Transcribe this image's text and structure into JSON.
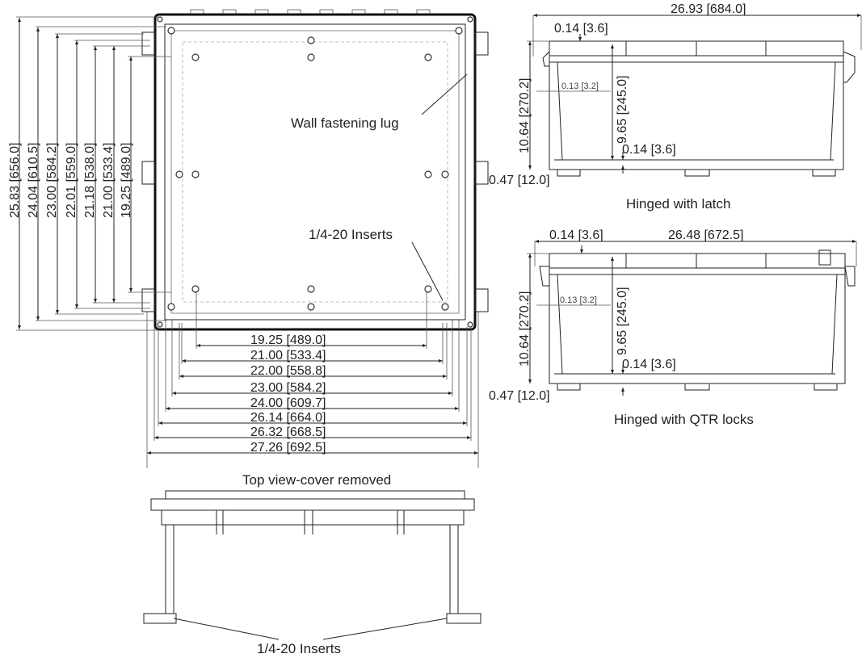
{
  "top_view": {
    "caption": "Top view-cover removed",
    "callout_lug": "Wall fastening lug",
    "callout_inserts": "1/4-20 Inserts",
    "vertical_dims": [
      "25.83 [656.0]",
      "24.04 [610.5]",
      "23.00 [584.2]",
      "22.01 [559.0]",
      "21.18 [538.0]",
      "21.00 [533.4]",
      "19.25 [489.0]"
    ],
    "horizontal_dims": [
      "19.25 [489.0]",
      "21.00 [533.4]",
      "22.00 [558.8]",
      "23.00 [584.2]",
      "24.00 [609.7]",
      "26.14 [664.0]",
      "26.32 [668.5]",
      "27.26 [692.5]"
    ]
  },
  "side_view": {
    "callout_inserts": "1/4-20 Inserts"
  },
  "latch_view": {
    "caption": "Hinged with latch",
    "overall_width": "26.93 [684.0]",
    "lid_gap": "0.14 [3.6]",
    "wall": "0.13 [3.2]",
    "inner_height": "9.65 [245.0]",
    "floor": "0.14 [3.6]",
    "foot": "0.47 [12.0]",
    "overall_height": "10.64 [270.2]"
  },
  "qtr_view": {
    "caption": "Hinged with QTR locks",
    "overall_width": "26.48 [672.5]",
    "lid_gap": "0.14 [3.6]",
    "wall": "0.13 [3.2]",
    "inner_height": "9.65 [245.0]",
    "floor": "0.14 [3.6]",
    "foot": "0.47 [12.0]",
    "overall_height": "10.64 [270.2]"
  }
}
